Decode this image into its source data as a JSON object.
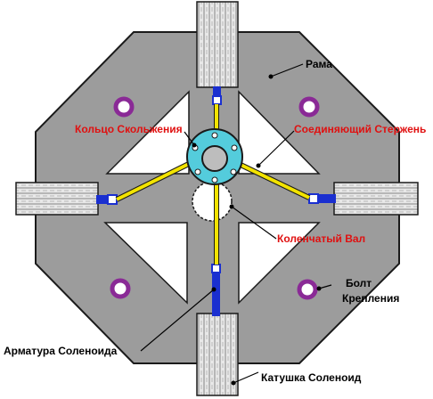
{
  "labels": {
    "frame": "Рама",
    "slip_ring": "Кольцо Скольжения",
    "connecting_rod": "Соединяющий Стержень",
    "crankshaft": "Коленчатый Вал",
    "mount_bolt_line1": "Болт",
    "mount_bolt_line2": "Крепления",
    "solenoid_armature": "Арматура Соленоида",
    "solenoid_coil": "Катушка  Соленоид"
  },
  "colors": {
    "frame_gray": "#9c9c9c",
    "window_white": "#ffffff",
    "rod_yellow": "#f2e300",
    "armature_blue": "#1a2fd0",
    "slip_ring_cyan": "#54ccdc",
    "bolt_purple": "#8a2a96",
    "label_red": "#e01010",
    "label_black": "#000000"
  }
}
